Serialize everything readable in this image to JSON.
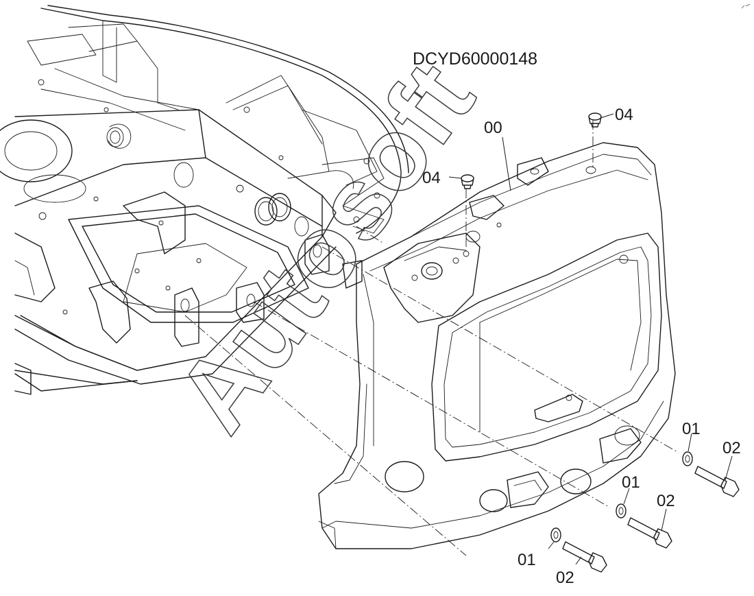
{
  "drawing_code": "DCYD60000148",
  "watermark": "Autosoft",
  "part_labels": {
    "counterweight": "00",
    "washer_1": "01",
    "washer_2": "01",
    "washer_3": "01",
    "bolt_1": "02",
    "bolt_2": "02",
    "bolt_3": "02",
    "plug_1": "04",
    "plug_2": "04"
  }
}
